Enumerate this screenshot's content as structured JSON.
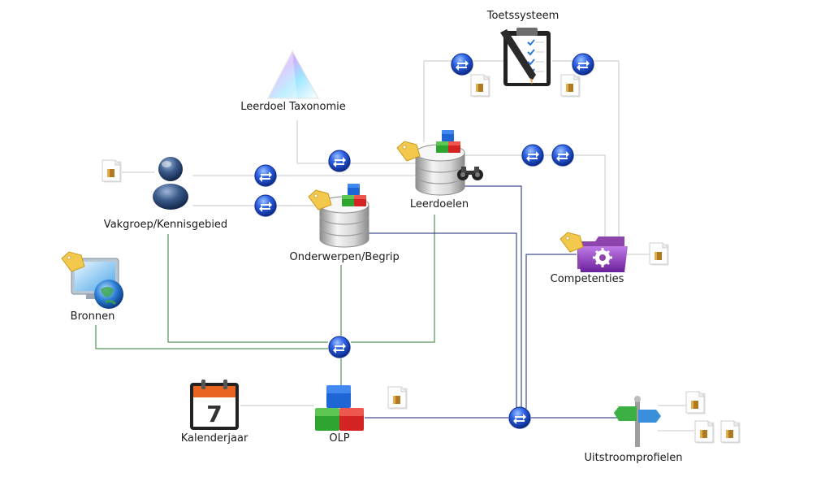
{
  "nodes": {
    "toetssysteem": "Toetssysteem",
    "leerdoel_taxonomie": "Leerdoel Taxonomie",
    "leerdoelen": "Leerdoelen",
    "vakgroep": "Vakgroep/Kennisgebied",
    "onderwerpen": "Onderwerpen/Begrip",
    "competenties": "Competenties",
    "bronnen": "Bronnen",
    "kalenderjaar": "Kalenderjaar",
    "olp": "OLP",
    "uitstroomprofielen": "Uitstroomprofielen"
  },
  "calendar_day": "7",
  "colors": {
    "line_gray": "#c8c8c8",
    "line_green": "#2e7d32",
    "line_navy": "#1a237e",
    "connector_blue": "#1e4fd8",
    "tag_gold": "#f2c94c",
    "folder_purple": "#8e44ad"
  },
  "icons": {
    "toetssysteem": "clipboard-checklist-icon",
    "leerdoel_taxonomie": "prism-icon",
    "leerdoelen": "database-icon",
    "vakgroep": "user-icon",
    "onderwerpen": "database-icon",
    "competenties": "gear-folder-icon",
    "bronnen": "monitor-globe-icon",
    "kalenderjaar": "calendar-icon",
    "olp": "blocks-icon",
    "uitstroomprofielen": "signpost-icon",
    "connector": "double-arrow-connector-icon",
    "document": "document-icon",
    "tag": "tag-icon",
    "search": "binoculars-icon"
  }
}
